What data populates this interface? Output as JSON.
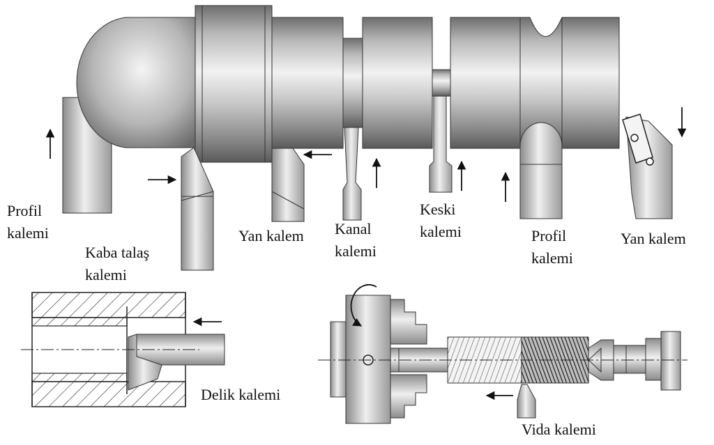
{
  "labels": {
    "profil_left_line1": "Profil",
    "profil_left_line2": "kalemi",
    "kaba_line1": "Kaba talaş",
    "kaba_line2": "kalemi",
    "yan_mid": "Yan kalem",
    "kanal_line1": "Kanal",
    "kanal_line2": "kalemi",
    "keski_line1": "Keski",
    "keski_line2": "kalemi",
    "profil_right_line1": "Profil",
    "profil_right_line2": "kalemi",
    "yan_right": "Yan kalem",
    "delik": "Delik kalemi",
    "vida": "Vida kalemi"
  },
  "colors": {
    "metal_light": "#e8e8e8",
    "metal_mid": "#a8a8a8",
    "metal_dark": "#555555",
    "outline": "#222222",
    "background": "#ffffff"
  }
}
